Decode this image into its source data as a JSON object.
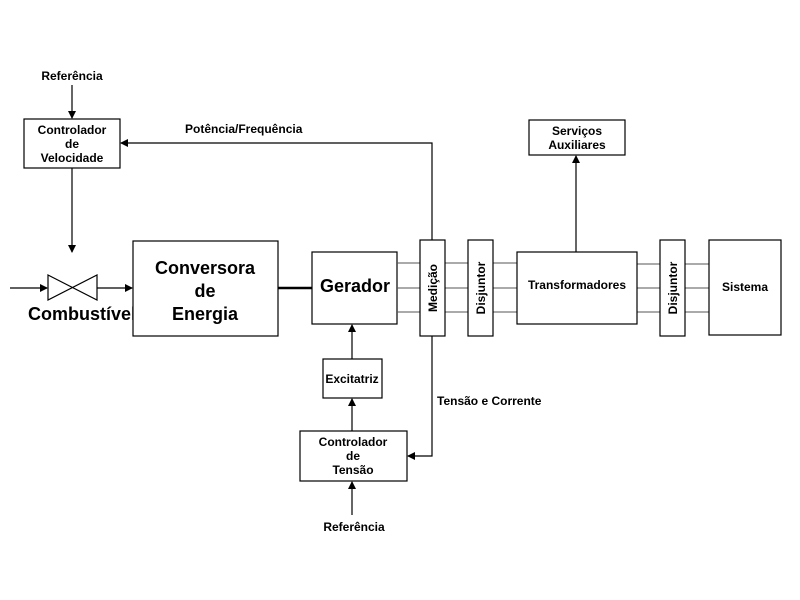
{
  "speed_controller": {
    "reference": "Referência",
    "lines": [
      "Controlador",
      "de",
      "Velocidade"
    ]
  },
  "feedback_power": "Potência/Frequência",
  "valve": {
    "label": "Combustível"
  },
  "converter": {
    "lines": [
      "Conversora",
      "de",
      "Energia"
    ]
  },
  "generator": "Gerador",
  "measurement": "Medição",
  "breaker_1": "Disjuntor",
  "transformers": "Transformadores",
  "auxiliary_services": {
    "lines": [
      "Serviços",
      "Auxiliares"
    ]
  },
  "breaker_2": "Disjuntor",
  "system": "Sistema",
  "exciter": "Excitatriz",
  "feedback_voltage": "Tensão e Corrente",
  "voltage_controller": {
    "lines": [
      "Controlador",
      "de",
      "Tensão"
    ],
    "reference": "Referência"
  }
}
